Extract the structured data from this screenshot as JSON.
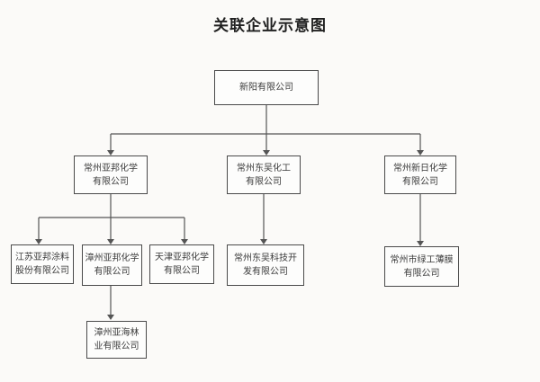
{
  "title": "关联企业示意图",
  "nodes": {
    "root": {
      "lines": [
        "新阳有限公司"
      ]
    },
    "bang_chem": {
      "lines": [
        "常州亚邦化学",
        "有限公司"
      ]
    },
    "dongwu_chem": {
      "lines": [
        "常州东吴化工",
        "有限公司"
      ]
    },
    "xinri_chem": {
      "lines": [
        "常州新日化学",
        "有限公司"
      ]
    },
    "jiangsu_coating": {
      "lines": [
        "江苏亚邦涂料",
        "股份有限公司"
      ]
    },
    "zhangzhou_chem": {
      "lines": [
        "漳州亚邦化学",
        "有限公司"
      ]
    },
    "tianjin_chem": {
      "lines": [
        "天津亚邦化学",
        "有限公司"
      ]
    },
    "dongwu_tech": {
      "lines": [
        "常州东吴科技开",
        "发有限公司"
      ]
    },
    "lvgong_film": {
      "lines": [
        "常州市绿工薄膜",
        "有限公司"
      ]
    },
    "zhangzhou_forest": {
      "lines": [
        "漳州亚海林",
        "业有限公司"
      ]
    }
  }
}
